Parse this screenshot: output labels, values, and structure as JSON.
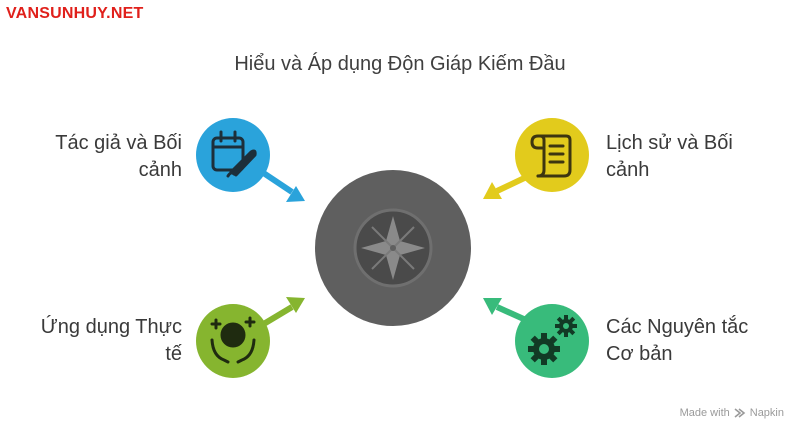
{
  "watermark": "VANSUNHUY.NET",
  "title": "Hiểu và Áp dụng Độn Giáp Kiếm Đầu",
  "items": [
    {
      "line1": "Tác giả và Bối",
      "line2": "cảnh",
      "color": "#2aa3db",
      "icon": "calendar-brush-icon"
    },
    {
      "line1": "Lịch sử và Bối",
      "line2": "cảnh",
      "color": "#e2cb1c",
      "icon": "scroll-icon"
    },
    {
      "line1": "Ứng dụng Thực",
      "line2": "tế",
      "color": "#86b52f",
      "icon": "crystal-ball-hands-icon"
    },
    {
      "line1": "Các Nguyên tắc",
      "line2": "Cơ bản",
      "color": "#38bb7b",
      "icon": "gears-icon"
    }
  ],
  "center": {
    "color": "#5f5f5f",
    "icon": "compass-icon"
  },
  "footer": {
    "made_with": "Made with",
    "brand": "Napkin"
  }
}
